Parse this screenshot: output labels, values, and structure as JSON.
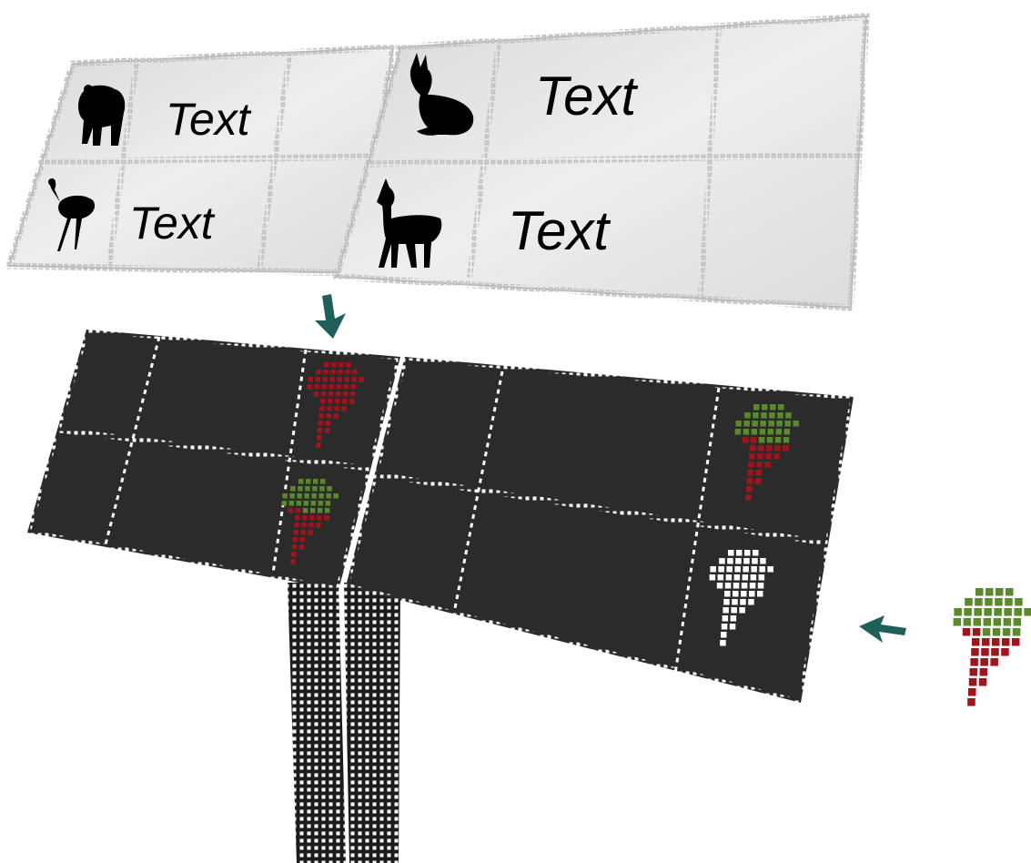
{
  "colors": {
    "background": "#ffffff",
    "light_panel": "#e2e2e2",
    "light_panel_edge": "#c6c6c6",
    "dark_panel": "#2b2b2b",
    "dot_white": "#ffffff",
    "dot_red": "#a0141c",
    "dot_green": "#5a8a2a",
    "arrow": "#1f5f5a",
    "silhouette": "#000000"
  },
  "top_panels": {
    "left": {
      "rows": [
        {
          "icon": "bear-silhouette-icon",
          "text": "Text"
        },
        {
          "icon": "rhea-silhouette-icon",
          "text": "Text"
        }
      ]
    },
    "right": {
      "rows": [
        {
          "icon": "viscacha-silhouette-icon",
          "text": "Text"
        },
        {
          "icon": "llama-silhouette-icon",
          "text": "Text"
        }
      ]
    }
  },
  "bottom_panels": {
    "left": {
      "cells": [
        {
          "map": "south-america-map-icon",
          "color": "red"
        },
        {
          "map": "south-america-map-icon",
          "color": "green-red"
        }
      ]
    },
    "right": {
      "cells": [
        {
          "map": "south-america-map-icon",
          "color": "green-red"
        },
        {
          "map": "south-america-map-icon",
          "color": "white"
        }
      ]
    }
  },
  "arrows": [
    "down-arrow-icon",
    "left-arrow-icon"
  ],
  "loose_piece": {
    "map": "south-america-map-icon",
    "color": "green-red"
  }
}
